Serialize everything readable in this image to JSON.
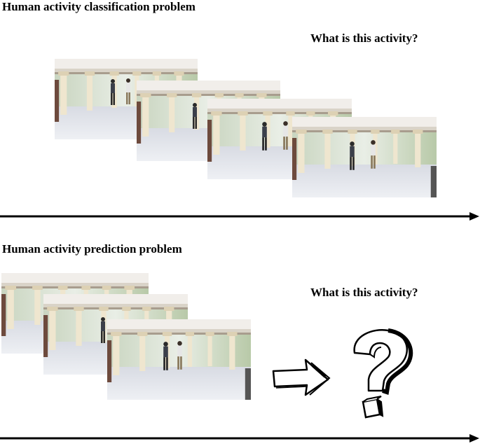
{
  "classification": {
    "title": "Human activity classification problem",
    "question": "What is this activity?",
    "frames": [
      {
        "people": 2,
        "icon": "video-frame-icon"
      },
      {
        "people": 1,
        "icon": "video-frame-icon"
      },
      {
        "people": 2,
        "icon": "video-frame-icon"
      },
      {
        "people": 2,
        "icon": "video-frame-icon"
      }
    ]
  },
  "prediction": {
    "title": "Human activity prediction problem",
    "question": "What is this activity?",
    "frames": [
      {
        "people": 0,
        "icon": "video-frame-icon"
      },
      {
        "people": 1,
        "icon": "video-frame-icon"
      },
      {
        "people": 2,
        "icon": "video-frame-icon"
      }
    ],
    "arrow_icon": "hand-drawn-arrow-icon",
    "question_icon": "hand-drawn-question-mark-icon"
  },
  "timeline_icon": "time-axis-arrow-icon"
}
